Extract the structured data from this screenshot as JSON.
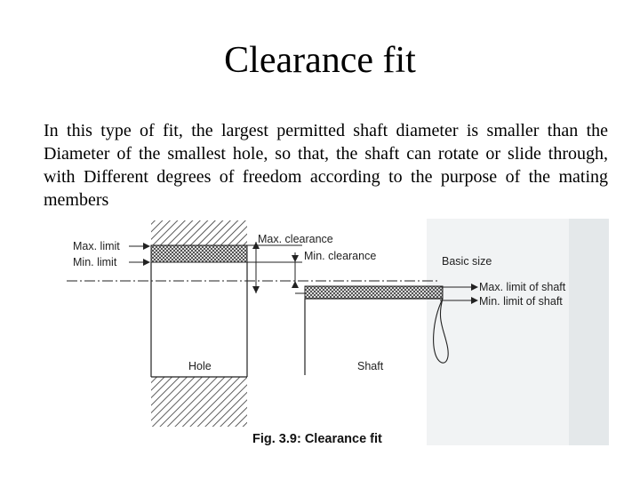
{
  "slide": {
    "title": "Clearance fit",
    "body": "In this type of fit, the largest permitted shaft diameter is smaller than the Diameter of the smallest hole, so that, the shaft can rotate or slide through, with Different degrees of freedom according to the purpose of the mating members"
  },
  "figure": {
    "labels": {
      "max_limit": "Max. limit",
      "min_limit": "Min. limit",
      "max_clearance": "Max. clearance",
      "min_clearance": "Min. clearance",
      "basic_size": "Basic size",
      "max_limit_shaft": "Max. limit of shaft",
      "min_limit_shaft": "Min. limit of shaft",
      "hole": "Hole",
      "shaft": "Shaft"
    },
    "caption": "Fig. 3.9: Clearance fit"
  }
}
